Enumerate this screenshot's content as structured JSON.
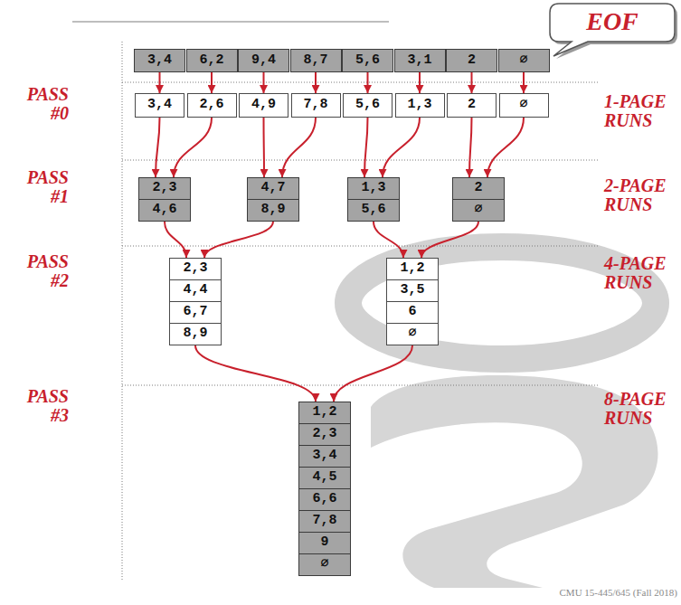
{
  "diagram": {
    "nodes": [
      {
        "text": [
          "EOF"
        ]
      },
      {
        "text": [
          "3,4"
        ]
      },
      {
        "text": [
          "6,2"
        ]
      },
      {
        "text": [
          "9,4"
        ]
      },
      {
        "text": [
          "8,7"
        ]
      },
      {
        "text": [
          "5,6"
        ]
      },
      {
        "text": [
          "3,1"
        ]
      },
      {
        "text": [
          "2"
        ]
      },
      {
        "text": [
          "∅"
        ]
      },
      {
        "text": [
          "3,4"
        ]
      },
      {
        "text": [
          "2,6"
        ]
      },
      {
        "text": [
          "4,9"
        ]
      },
      {
        "text": [
          "7,8"
        ]
      },
      {
        "text": [
          "5,6"
        ]
      },
      {
        "text": [
          "1,3"
        ]
      },
      {
        "text": [
          "2"
        ]
      },
      {
        "text": [
          "∅"
        ]
      },
      {
        "text": [
          "2,3"
        ]
      },
      {
        "text": [
          "4,6"
        ]
      },
      {
        "text": [
          "4,7"
        ]
      },
      {
        "text": [
          "8,9"
        ]
      },
      {
        "text": [
          "1,3"
        ]
      },
      {
        "text": [
          "5,6"
        ]
      },
      {
        "text": [
          "2"
        ]
      },
      {
        "text": [
          "∅"
        ]
      },
      {
        "text": [
          "2,3"
        ]
      },
      {
        "text": [
          "4,4"
        ]
      },
      {
        "text": [
          "6,7"
        ]
      },
      {
        "text": [
          "8,9"
        ]
      },
      {
        "text": [
          "1,2"
        ]
      },
      {
        "text": [
          "3,5"
        ]
      },
      {
        "text": [
          "6"
        ]
      },
      {
        "text": [
          "∅"
        ]
      },
      {
        "text": [
          "1,2"
        ]
      },
      {
        "text": [
          "2,3"
        ]
      },
      {
        "text": [
          "3,4"
        ]
      },
      {
        "text": [
          "4,5"
        ]
      },
      {
        "text": [
          "6,6"
        ]
      },
      {
        "text": [
          "7,8"
        ]
      },
      {
        "text": [
          "9"
        ]
      },
      {
        "text": [
          "∅"
        ]
      }
    ],
    "edges": [
      {
        "from": 1,
        "to": 9,
        "arrow": "to"
      },
      {
        "from": 2,
        "to": 10,
        "arrow": "to"
      },
      {
        "from": 3,
        "to": 11,
        "arrow": "to"
      },
      {
        "from": 4,
        "to": 12,
        "arrow": "to"
      },
      {
        "from": 5,
        "to": 13,
        "arrow": "to"
      },
      {
        "from": 6,
        "to": 14,
        "arrow": "to"
      },
      {
        "from": 7,
        "to": 15,
        "arrow": "to"
      },
      {
        "from": 8,
        "to": 16,
        "arrow": "to"
      },
      {
        "from": 9,
        "to": 17,
        "arrow": "to"
      },
      {
        "from": 10,
        "to": 17,
        "arrow": "to"
      },
      {
        "from": 11,
        "to": 19,
        "arrow": "to"
      },
      {
        "from": 12,
        "to": 19,
        "arrow": "to"
      },
      {
        "from": 13,
        "to": 21,
        "arrow": "to"
      },
      {
        "from": 14,
        "to": 21,
        "arrow": "to"
      },
      {
        "from": 15,
        "to": 23,
        "arrow": "to"
      },
      {
        "from": 16,
        "to": 23,
        "arrow": "to"
      },
      {
        "from": 18,
        "to": 25,
        "arrow": "to"
      },
      {
        "from": 20,
        "to": 25,
        "arrow": "to"
      },
      {
        "from": 22,
        "to": 29,
        "arrow": "to"
      },
      {
        "from": 24,
        "to": 29,
        "arrow": "to"
      },
      {
        "from": 28,
        "to": 33,
        "arrow": "to"
      },
      {
        "from": 32,
        "to": 33,
        "arrow": "to"
      }
    ],
    "labels": [
      "PASS #0",
      "1-PAGE RUNS",
      "PASS #1",
      "2-PAGE RUNS",
      "PASS #2",
      "4-PAGE RUNS",
      "PASS #3",
      "8-PAGE RUNS",
      "CMU 15-445/645 (Fall 2018)"
    ]
  }
}
